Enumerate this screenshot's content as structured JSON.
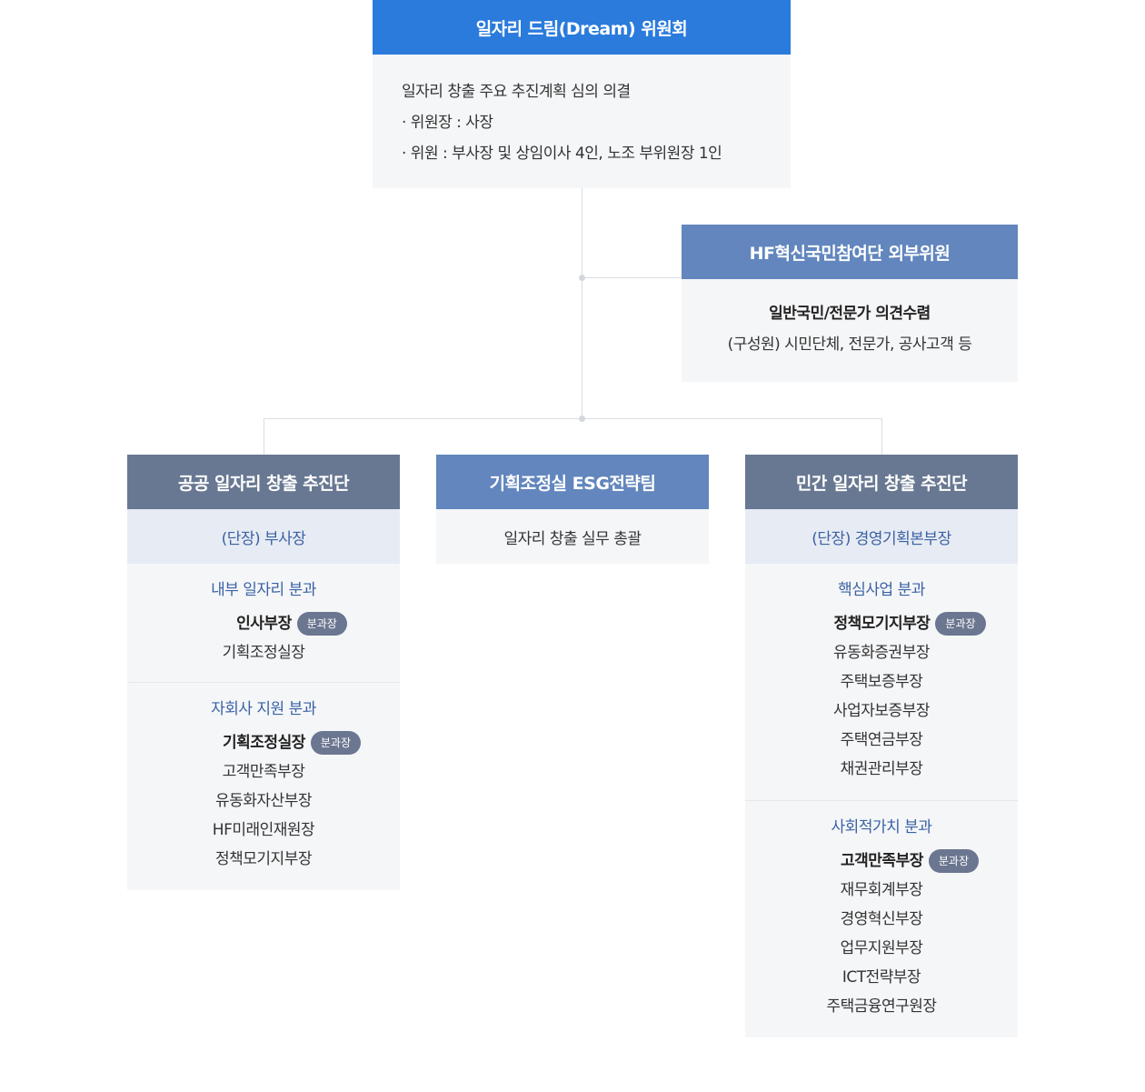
{
  "committee": {
    "title": "일자리 드림(Dream) 위원회",
    "lines": [
      "일자리 창출 주요 추진계획 심의 의결",
      "· 위원장 : 사장",
      "· 위원 : 부사장 및 상임이사 4인, 노조 부위원장 1인"
    ]
  },
  "external": {
    "title": "HF혁신국민참여단 외부위원",
    "line1": "일반국민/전문가 의견수렴",
    "line2": "(구성원) 시민단체, 전문가, 공사고객 등"
  },
  "public_team": {
    "title": "공공 일자리 창출 추진단",
    "leader": "(단장) 부사장",
    "internal": {
      "title": "내부 일자리 분과",
      "lead": "인사부장",
      "members": [
        "기획조정실장"
      ]
    },
    "subsidiary": {
      "title": "자회사 지원 분과",
      "lead": "기획조정실장",
      "members": [
        "고객만족부장",
        "유동화자산부장",
        "HF미래인재원장",
        "정책모기지부장"
      ]
    }
  },
  "esg_team": {
    "title": "기획조정실 ESG전략팀",
    "desc": "일자리 창출 실무 총괄"
  },
  "private_team": {
    "title": "민간 일자리 창출 추진단",
    "leader": "(단장) 경영기획본부장",
    "core": {
      "title": "핵심사업 분과",
      "lead": "정책모기지부장",
      "members": [
        "유동화증권부장",
        "주택보증부장",
        "사업자보증부장",
        "주택연금부장",
        "채권관리부장"
      ]
    },
    "social": {
      "title": "사회적가치 분과",
      "lead": "고객만족부장",
      "members": [
        "재무회계부장",
        "경영혁신부장",
        "업무지원부장",
        "ICT전략부장",
        "주택금융연구원장"
      ]
    }
  },
  "badge_label": "분과장",
  "colors": {
    "committee_header": "#2a7bdc",
    "external_header": "#6286bd",
    "team_header": "#687892",
    "esg_header": "#6286bd",
    "panel_bg": "#f5f6f8",
    "subheader_bg": "#e7ebf3",
    "accent_text": "#3b62a6",
    "badge_bg": "#6b7690"
  }
}
